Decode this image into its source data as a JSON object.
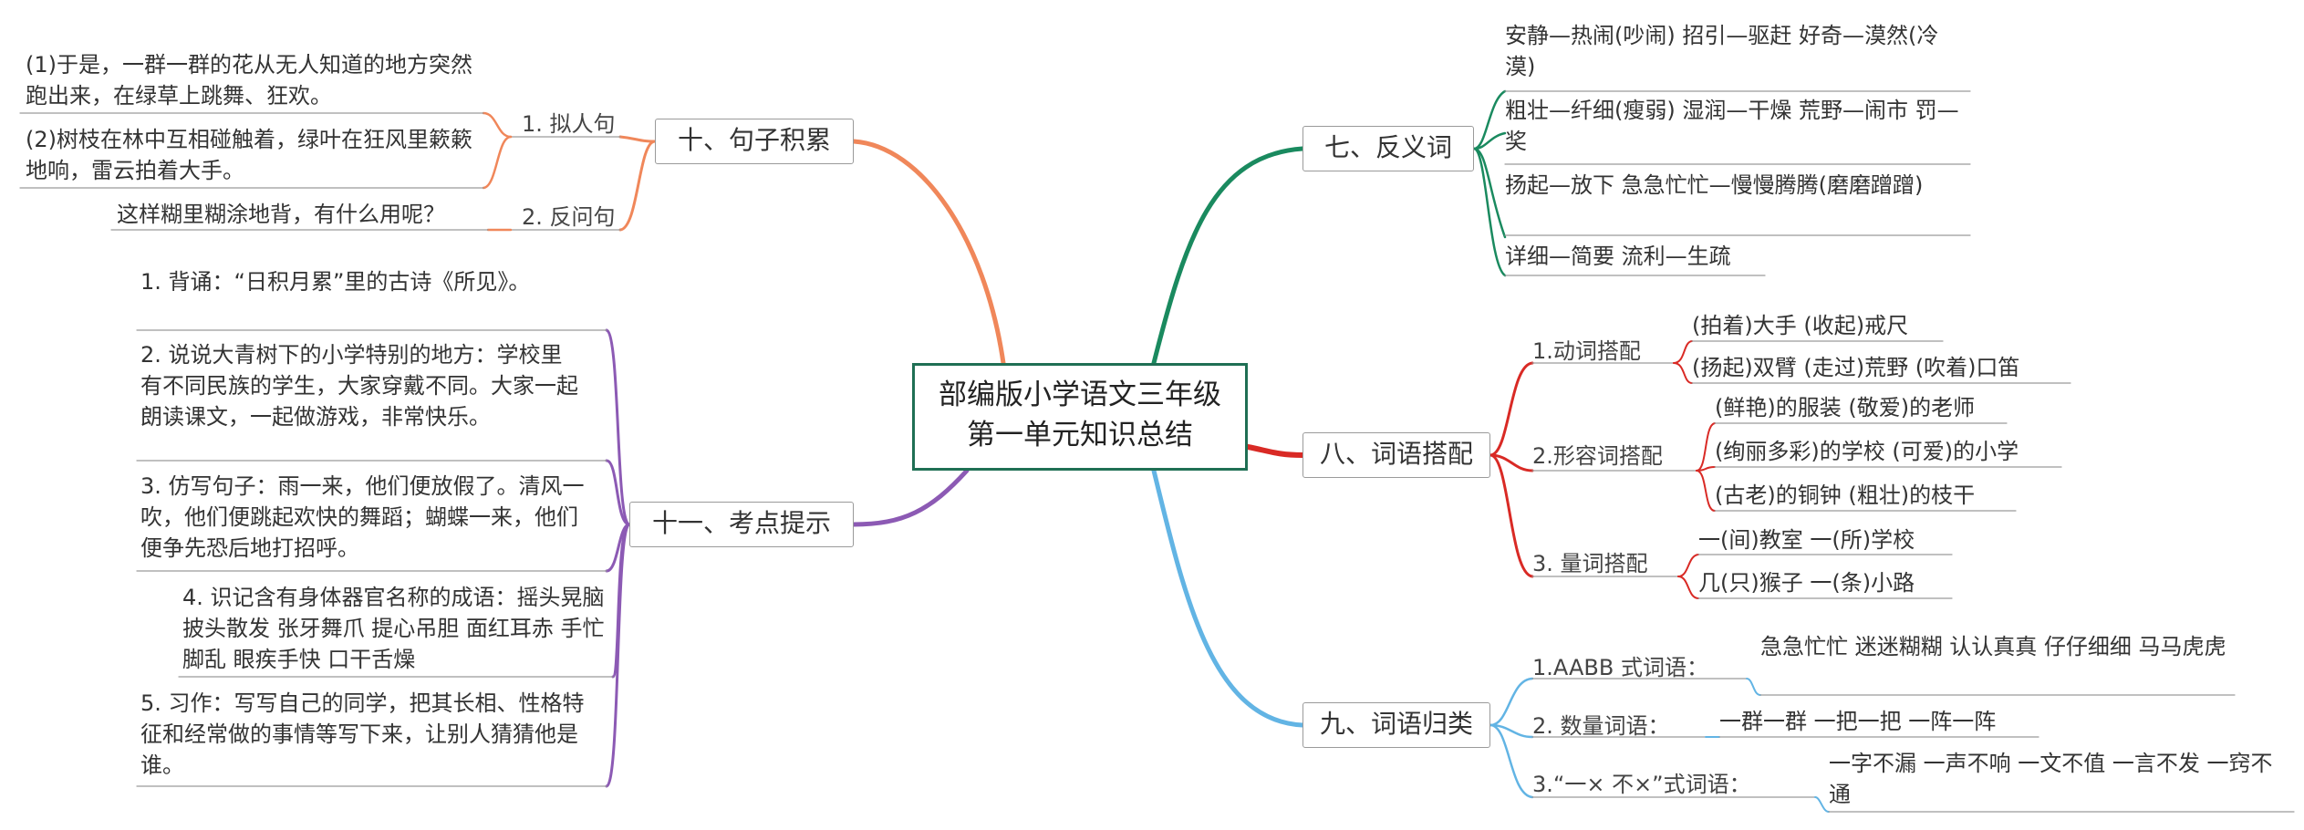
{
  "center": {
    "line1": "部编版小学语文三年级",
    "line2": "第一单元知识总结"
  },
  "branches": {
    "antonyms": {
      "title": "七、反义词",
      "color": "#1a8a5f",
      "items": [
        "安静—热闹(吵闹) 招引—驱赶 好奇—漠然(冷漠)",
        "粗壮—纤细(瘦弱) 湿润—干燥 荒野—闹市 罚—奖",
        "扬起—放下 急急忙忙—慢慢腾腾(磨磨蹭蹭)",
        "详细—简要 流利—生疏"
      ]
    },
    "collocation": {
      "title": "八、词语搭配",
      "color": "#d92a25",
      "groups": [
        {
          "label": "1.动词搭配",
          "items": [
            "(拍着)大手 (收起)戒尺",
            "(扬起)双臂 (走过)荒野 (吹着)口笛"
          ]
        },
        {
          "label": "2.形容词搭配",
          "items": [
            "(鲜艳)的服装 (敬爱)的老师",
            "(绚丽多彩)的学校 (可爱)的小学",
            "(古老)的铜钟 (粗壮)的枝干"
          ]
        },
        {
          "label": "3. 量词搭配",
          "items": [
            "一(间)教室 一(所)学校",
            "几(只)猴子 一(条)小路"
          ]
        }
      ]
    },
    "classification": {
      "title": "九、词语归类",
      "color": "#62b4e4",
      "groups": [
        {
          "label": "1.AABB 式词语：",
          "items": [
            "急急忙忙 迷迷糊糊 认认真真 仔仔细细 马马虎虎"
          ]
        },
        {
          "label": "2. 数量词语：",
          "items": [
            "一群一群 一把一把 一阵一阵"
          ]
        },
        {
          "label": "3.“一× 不×”式词语：",
          "items": [
            "一字不漏 一声不响 一文不值 一言不发 一窍不通"
          ]
        }
      ]
    },
    "sentences": {
      "title": "十、句子积累",
      "color": "#f0875a",
      "groups": [
        {
          "label": "1. 拟人句",
          "items": [
            "(1)于是，一群一群的花从无人知道的地方突然跑出来，在绿草上跳舞、狂欢。",
            "(2)树枝在林中互相碰触着，绿叶在狂风里簌簌地响，雷云拍着大手。"
          ]
        },
        {
          "label": "2. 反问句",
          "items": [
            "这样糊里糊涂地背，有什么用呢？"
          ]
        }
      ]
    },
    "tips": {
      "title": "十一、考点提示",
      "color": "#8c5ab4",
      "items": [
        "1. 背诵：“日积月累”里的古诗《所见》。",
        "2. 说说大青树下的小学特别的地方：学校里有不同民族的学生，大家穿戴不同。大家一起朗读课文，一起做游戏，非常快乐。",
        "3. 仿写句子：雨一来，他们便放假了。清风一吹，他们便跳起欢快的舞蹈；蝴蝶一来，他们便争先恐后地打招呼。",
        "4. 识记含有身体器官名称的成语：摇头晃脑 披头散发 张牙舞爪 提心吊胆 面红耳赤 手忙脚乱 眼疾手快 口干舌燥",
        "5. 习作：写写自己的同学，把其长相、性格特征和经常做的事情等写下来，让别人猜猜他是谁。"
      ]
    }
  }
}
